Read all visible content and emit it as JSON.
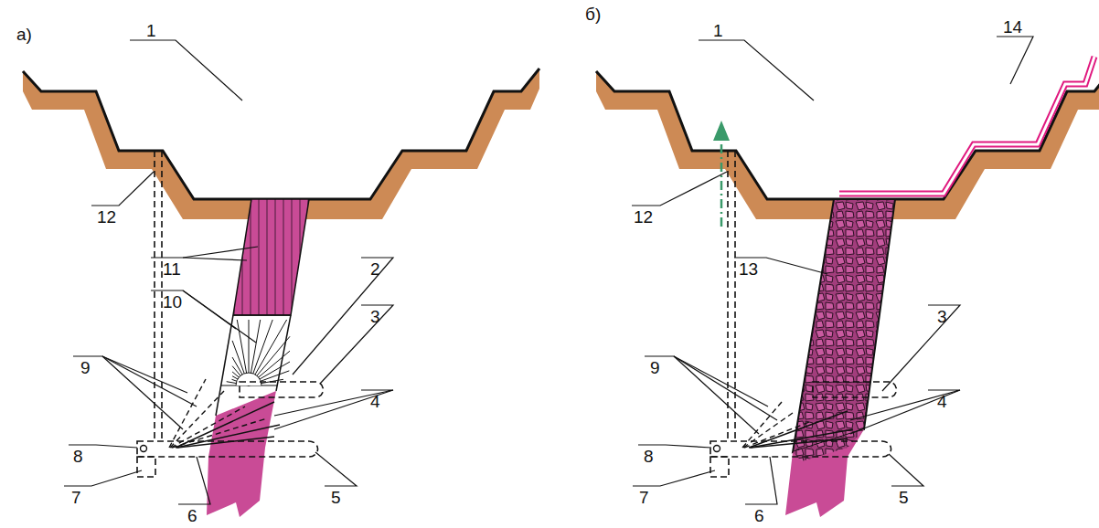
{
  "diagram": {
    "labels": [
      "а)",
      "1",
      "12",
      "11",
      "10",
      "2",
      "3",
      "9",
      "4",
      "8",
      "5",
      "7",
      "6",
      "б)",
      "1",
      "14",
      "12",
      "13",
      "3",
      "9",
      "4",
      "8",
      "5",
      "7",
      "6"
    ]
  }
}
